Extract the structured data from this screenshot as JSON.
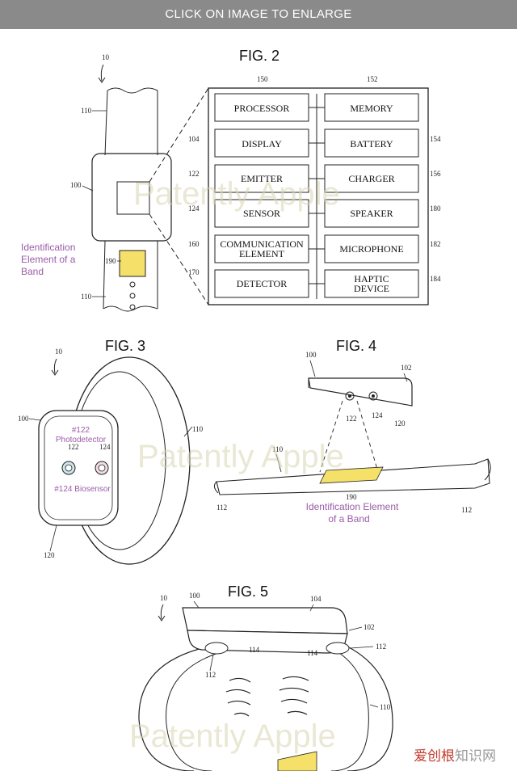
{
  "banner": {
    "text": "CLICK ON IMAGE TO ENLARGE"
  },
  "colors": {
    "banner_bg": "#8a8a8a",
    "yellow_element": "#f5e06a",
    "annotation_purple": "#9b5ca8",
    "watermark": "#d8d6b2"
  },
  "fig2": {
    "title": "FIG. 2",
    "refs": {
      "device": "10",
      "band_top": "110",
      "watch": "100",
      "id_element": "190",
      "band_bottom": "110",
      "processor": "150",
      "memory": "152",
      "display": "104",
      "battery": "154",
      "emitter": "122",
      "charger": "156",
      "sensor": "124",
      "speaker": "180",
      "comm": "160",
      "microphone": "182",
      "detector": "170",
      "haptic": "184"
    },
    "blocks": {
      "processor": "PROCESSOR",
      "memory": "MEMORY",
      "display": "DISPLAY",
      "battery": "BATTERY",
      "emitter": "EMITTER",
      "charger": "CHARGER",
      "sensor": "SENSOR",
      "speaker": "SPEAKER",
      "comm_1": "COMMUNICATION",
      "comm_2": "ELEMENT",
      "microphone": "MICROPHONE",
      "detector": "DETECTOR",
      "haptic_1": "HAPTIC",
      "haptic_2": "DEVICE"
    },
    "annotation": [
      "Identification",
      "Element of a",
      "Band"
    ]
  },
  "fig3": {
    "title": "FIG. 3",
    "refs": {
      "device": "10",
      "watch": "100",
      "band": "110",
      "emitter": "122",
      "sensor": "124",
      "bottom": "120"
    },
    "annot_top_1": "#122",
    "annot_top_2": "Photodetector",
    "annot_bottom": "#124 Biosensor"
  },
  "fig4": {
    "title": "FIG. 4",
    "refs": {
      "watch": "100",
      "corner": "102",
      "emitter": "122",
      "sensor": "124",
      "bottom": "120",
      "band": "110",
      "id_element": "190",
      "left_end": "112",
      "right_end": "112"
    },
    "annotation": [
      "Identification Element",
      "of a Band"
    ]
  },
  "fig5": {
    "title": "FIG. 5",
    "refs": {
      "device": "10",
      "watch": "100",
      "display": "104",
      "corner": "102",
      "end_right": "112",
      "lug_left": "114",
      "lug_right": "114",
      "end_left": "112",
      "band": "110"
    }
  },
  "watermark": {
    "text": "Patently Apple"
  },
  "site_watermark": {
    "text": "爱创根知识网",
    "accent": "爱创根",
    "rest": "知识网"
  }
}
